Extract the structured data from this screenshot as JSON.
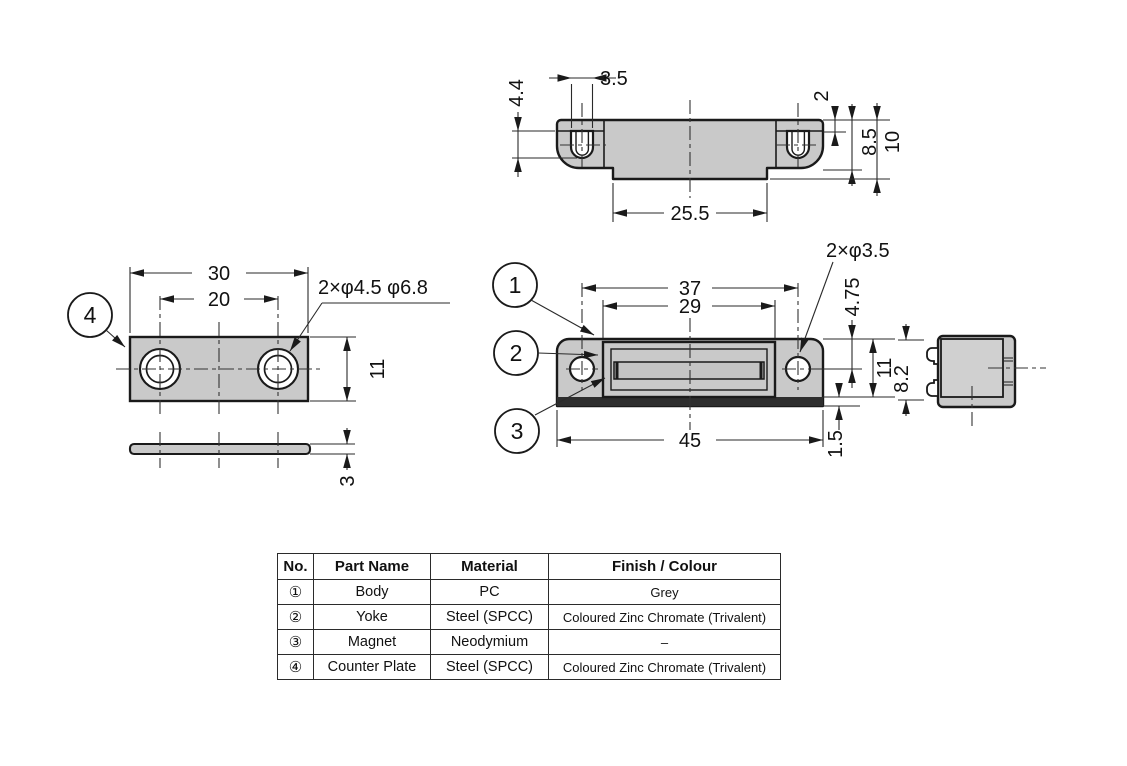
{
  "colors": {
    "part_fill": "#c9c9c9",
    "line": "#1a1a1a",
    "background": "#ffffff"
  },
  "top_view": {
    "dim_slot_width": "3.5",
    "dim_slot_depth": "4.4",
    "dim_step": "2",
    "dim_body_height": "8.5",
    "dim_total_height": "10",
    "dim_flange_width": "25.5"
  },
  "counter_plate_view": {
    "balloon": "4",
    "dim_width": "30",
    "dim_hole_pitch": "20",
    "hole_callout": "2×φ4.5 φ6.8",
    "dim_height": "11",
    "dim_thickness": "3"
  },
  "front_view": {
    "balloon_1": "1",
    "balloon_2": "2",
    "balloon_3": "3",
    "hole_callout": "2×φ3.5",
    "dim_hole_pitch": "37",
    "dim_yoke_width": "29",
    "dim_overall_width": "45",
    "dim_hole_offset": "4.75",
    "dim_height": "11",
    "dim_lip": "1.5"
  },
  "side_view": {
    "dim_clip_depth": "8.2"
  },
  "table": {
    "headers": [
      "No.",
      "Part Name",
      "Material",
      "Finish / Colour"
    ],
    "rows": [
      {
        "no": "①",
        "part_name": "Body",
        "material": "PC",
        "finish": "Grey"
      },
      {
        "no": "②",
        "part_name": "Yoke",
        "material": "Steel (SPCC)",
        "finish": "Coloured Zinc Chromate (Trivalent)"
      },
      {
        "no": "③",
        "part_name": "Magnet",
        "material": "Neodymium",
        "finish": "–"
      },
      {
        "no": "④",
        "part_name": "Counter Plate",
        "material": "Steel (SPCC)",
        "finish": "Coloured Zinc Chromate (Trivalent)"
      }
    ]
  }
}
